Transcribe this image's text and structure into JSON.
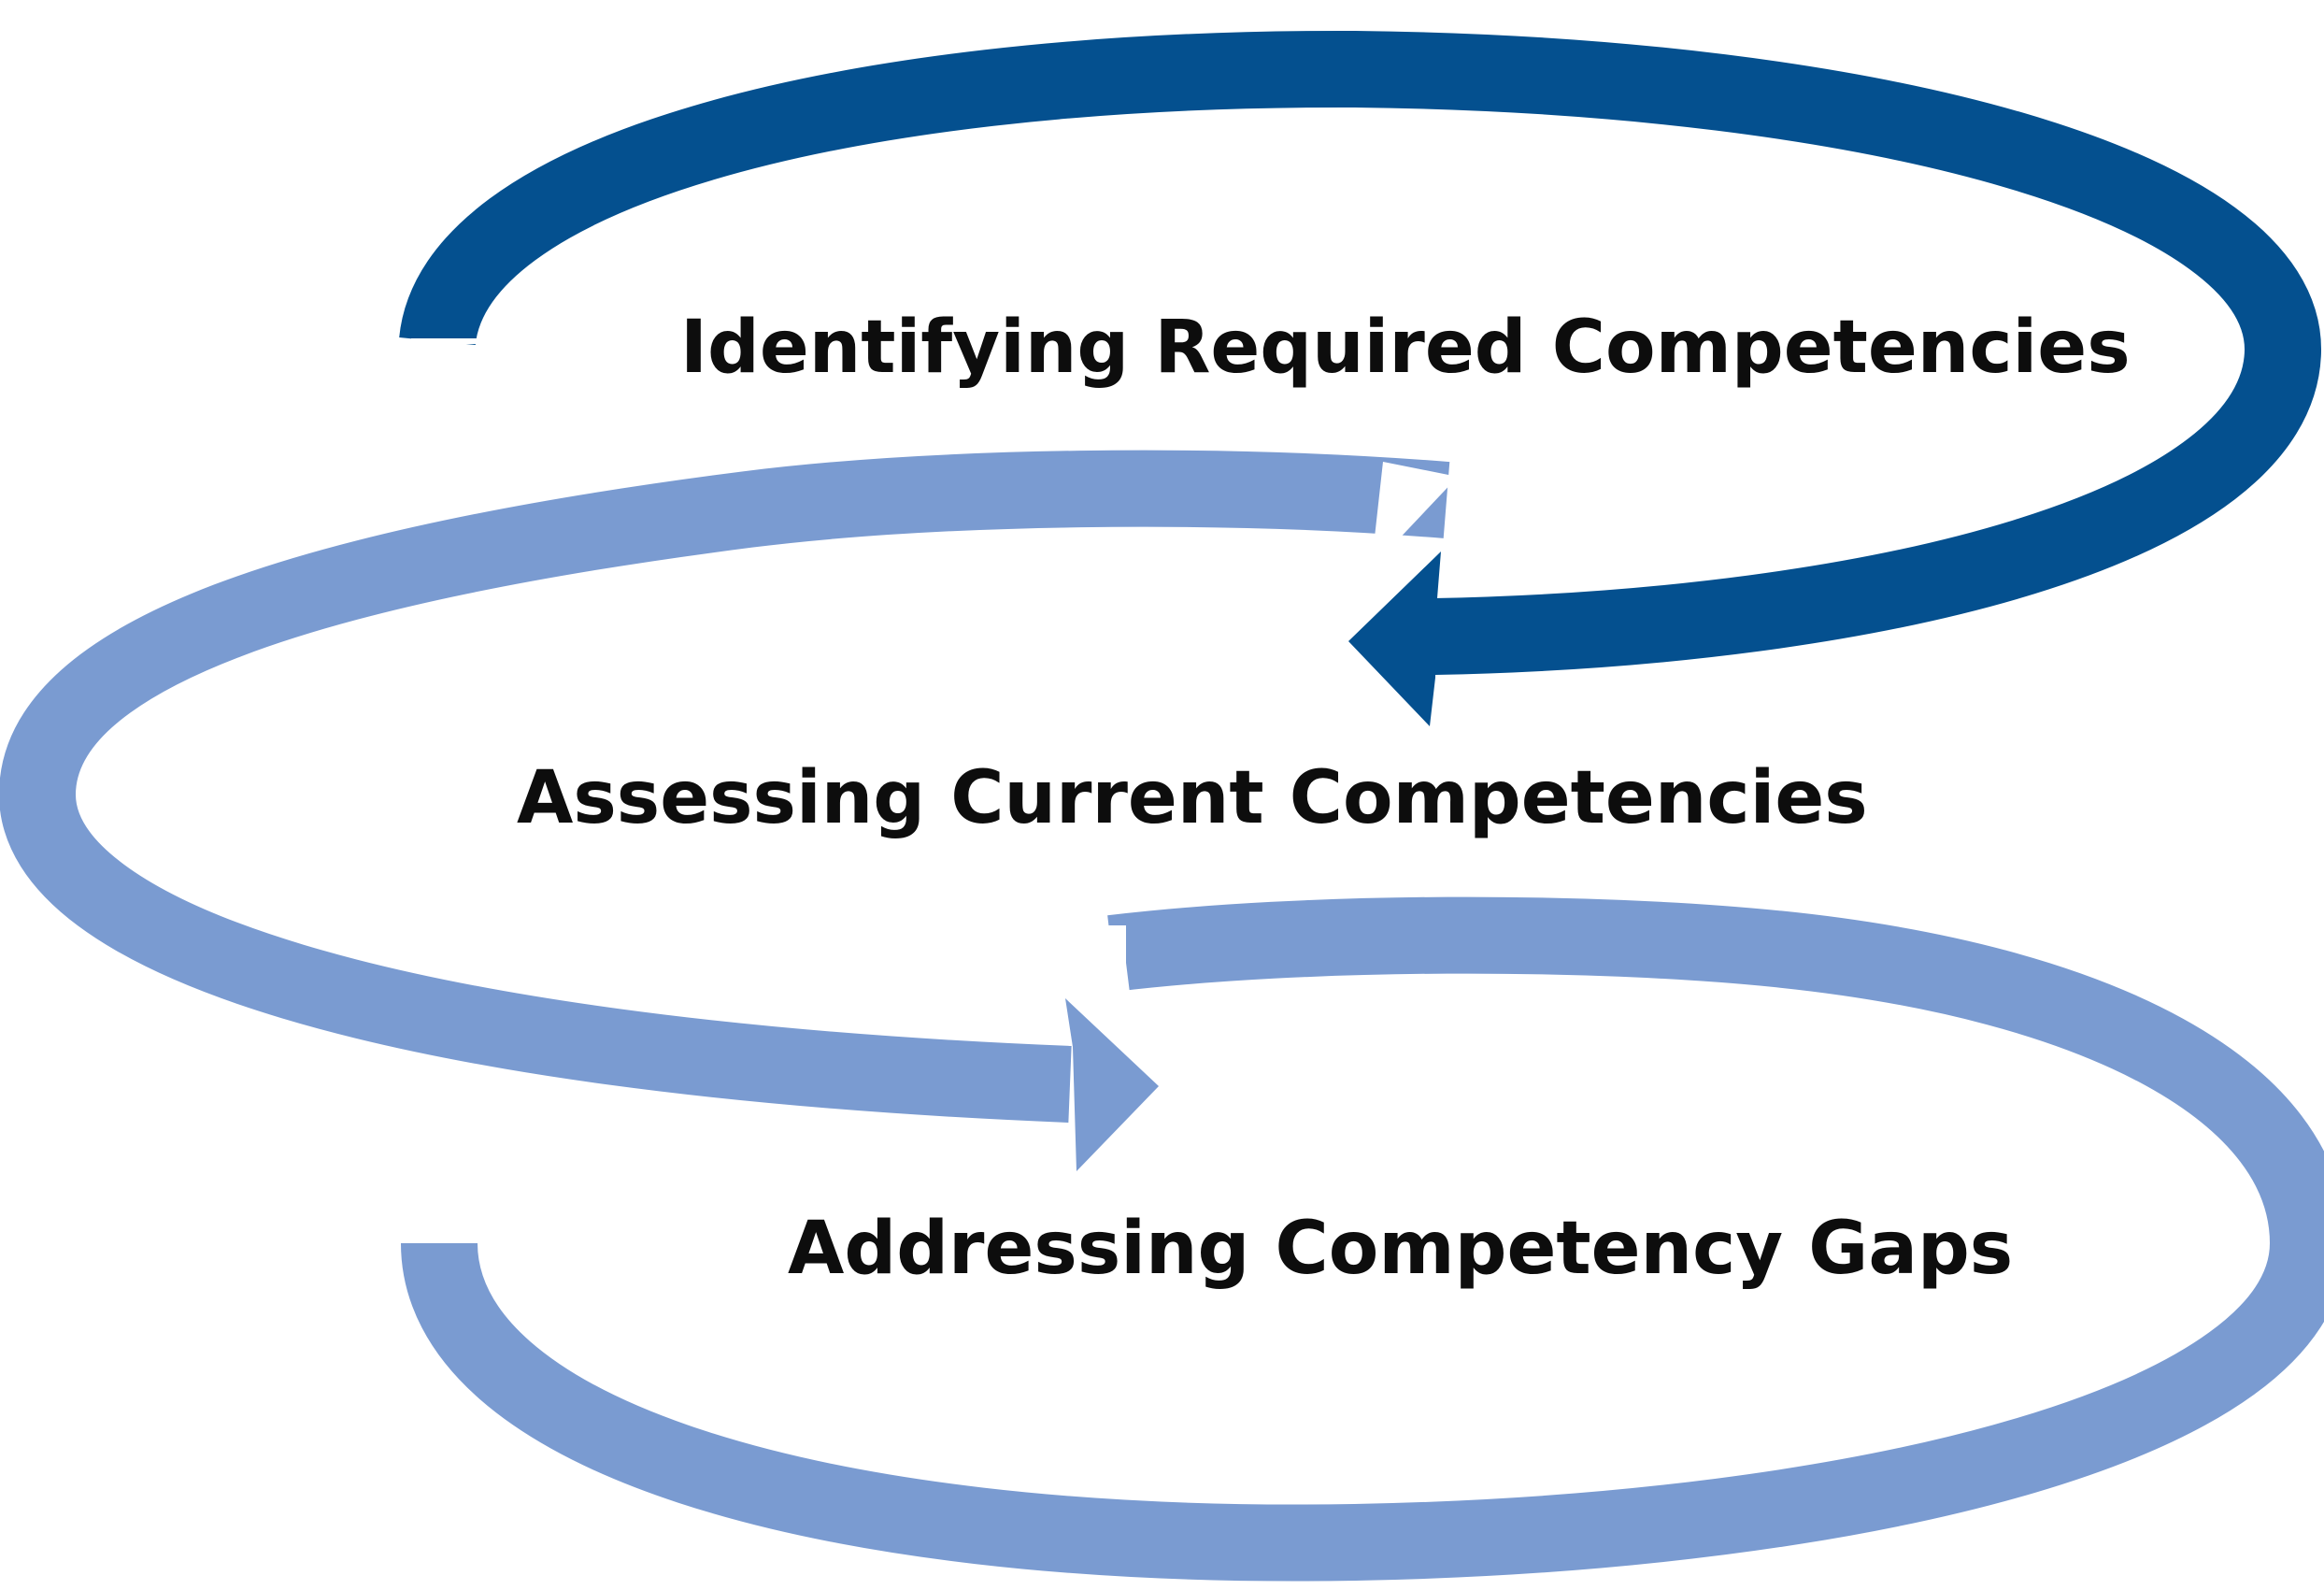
{
  "colors": {
    "dark_arrow": "#04508F",
    "light_arrow": "#7A9BD1",
    "text": "#0D0D0D",
    "background": "#FFFFFF"
  },
  "steps": [
    {
      "label": "Identifying Required Competencies",
      "arrow_color": "dark"
    },
    {
      "label": "Assessing Current Competencies",
      "arrow_color": "light"
    },
    {
      "label": "Addressing Competency Gaps",
      "arrow_color": "light"
    }
  ]
}
